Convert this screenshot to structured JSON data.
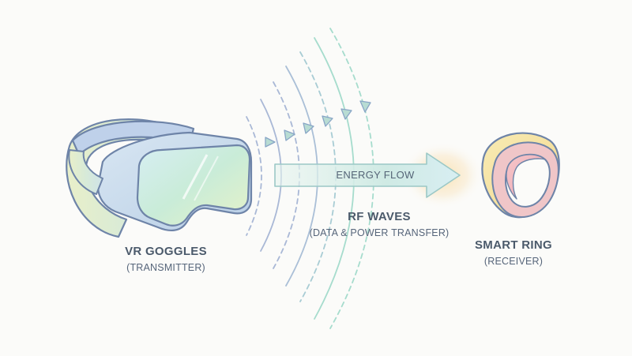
{
  "transmitter": {
    "name": "VR GOGGLES",
    "role": "(TRANSMITTER)"
  },
  "waves": {
    "name": "RF WAVES",
    "description": "(DATA & POWER TRANSFER)"
  },
  "arrow": {
    "label": "ENERGY FLOW"
  },
  "receiver": {
    "name": "SMART RING",
    "role": "(RECEIVER)"
  },
  "colors": {
    "outline": "#6e84a8",
    "goggles_band": "#d9e8dc",
    "goggles_shell": "#c5d9ec",
    "goggles_lens": "#c9ebe0",
    "wave_blue": "#a9b8d6",
    "wave_teal": "#a6dccd",
    "arrow_fill": "#cbe9e2",
    "arrow_glow": "#f7d9a3",
    "ring_outer": "#f6e3a0",
    "ring_inner": "#f1b8c0"
  }
}
